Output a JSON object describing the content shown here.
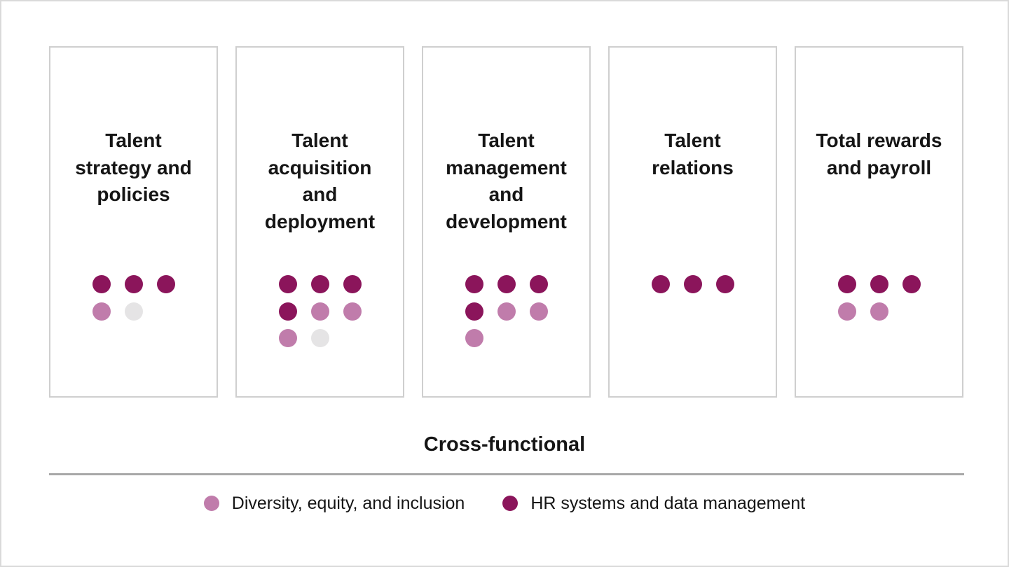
{
  "exhibit": {
    "cross_functional_label": "Cross-functional"
  },
  "colors": {
    "dei": "#C07CAB",
    "hr_systems": "#8B155B",
    "empty": "#E5E4E5",
    "box_border": "#CFCFCF",
    "frame_border": "#DADADA",
    "divider": "#A8A8A8",
    "text": "#151515",
    "background": "#FFFFFF"
  },
  "boxes": [
    {
      "title": "Talent strategy and policies",
      "title_lines": [
        "Talent",
        "strategy and",
        "policies"
      ],
      "dots": [
        [
          "hr_systems",
          "hr_systems",
          "hr_systems"
        ],
        [
          "dei",
          "empty"
        ]
      ]
    },
    {
      "title": "Talent acquisition and deployment",
      "title_lines": [
        "Talent",
        "acquisition",
        "and",
        "deployment"
      ],
      "dots": [
        [
          "hr_systems",
          "hr_systems",
          "hr_systems"
        ],
        [
          "hr_systems",
          "dei",
          "dei"
        ],
        [
          "dei",
          "empty"
        ]
      ]
    },
    {
      "title": "Talent management and development",
      "title_lines": [
        "Talent",
        "management",
        "and",
        "development"
      ],
      "dots": [
        [
          "hr_systems",
          "hr_systems",
          "hr_systems"
        ],
        [
          "hr_systems",
          "dei",
          "dei"
        ],
        [
          "dei"
        ]
      ]
    },
    {
      "title": "Talent relations",
      "title_lines": [
        "Talent",
        "relations"
      ],
      "dots": [
        [
          "hr_systems",
          "hr_systems",
          "hr_systems"
        ]
      ]
    },
    {
      "title": "Total rewards and payroll",
      "title_lines": [
        "Total rewards",
        "and payroll"
      ],
      "dots": [
        [
          "hr_systems",
          "hr_systems",
          "hr_systems"
        ],
        [
          "dei",
          "dei"
        ]
      ]
    }
  ],
  "legend": [
    {
      "label": "Diversity, equity, and inclusion",
      "color_key": "dei"
    },
    {
      "label": "HR systems and data management",
      "color_key": "hr_systems"
    }
  ]
}
